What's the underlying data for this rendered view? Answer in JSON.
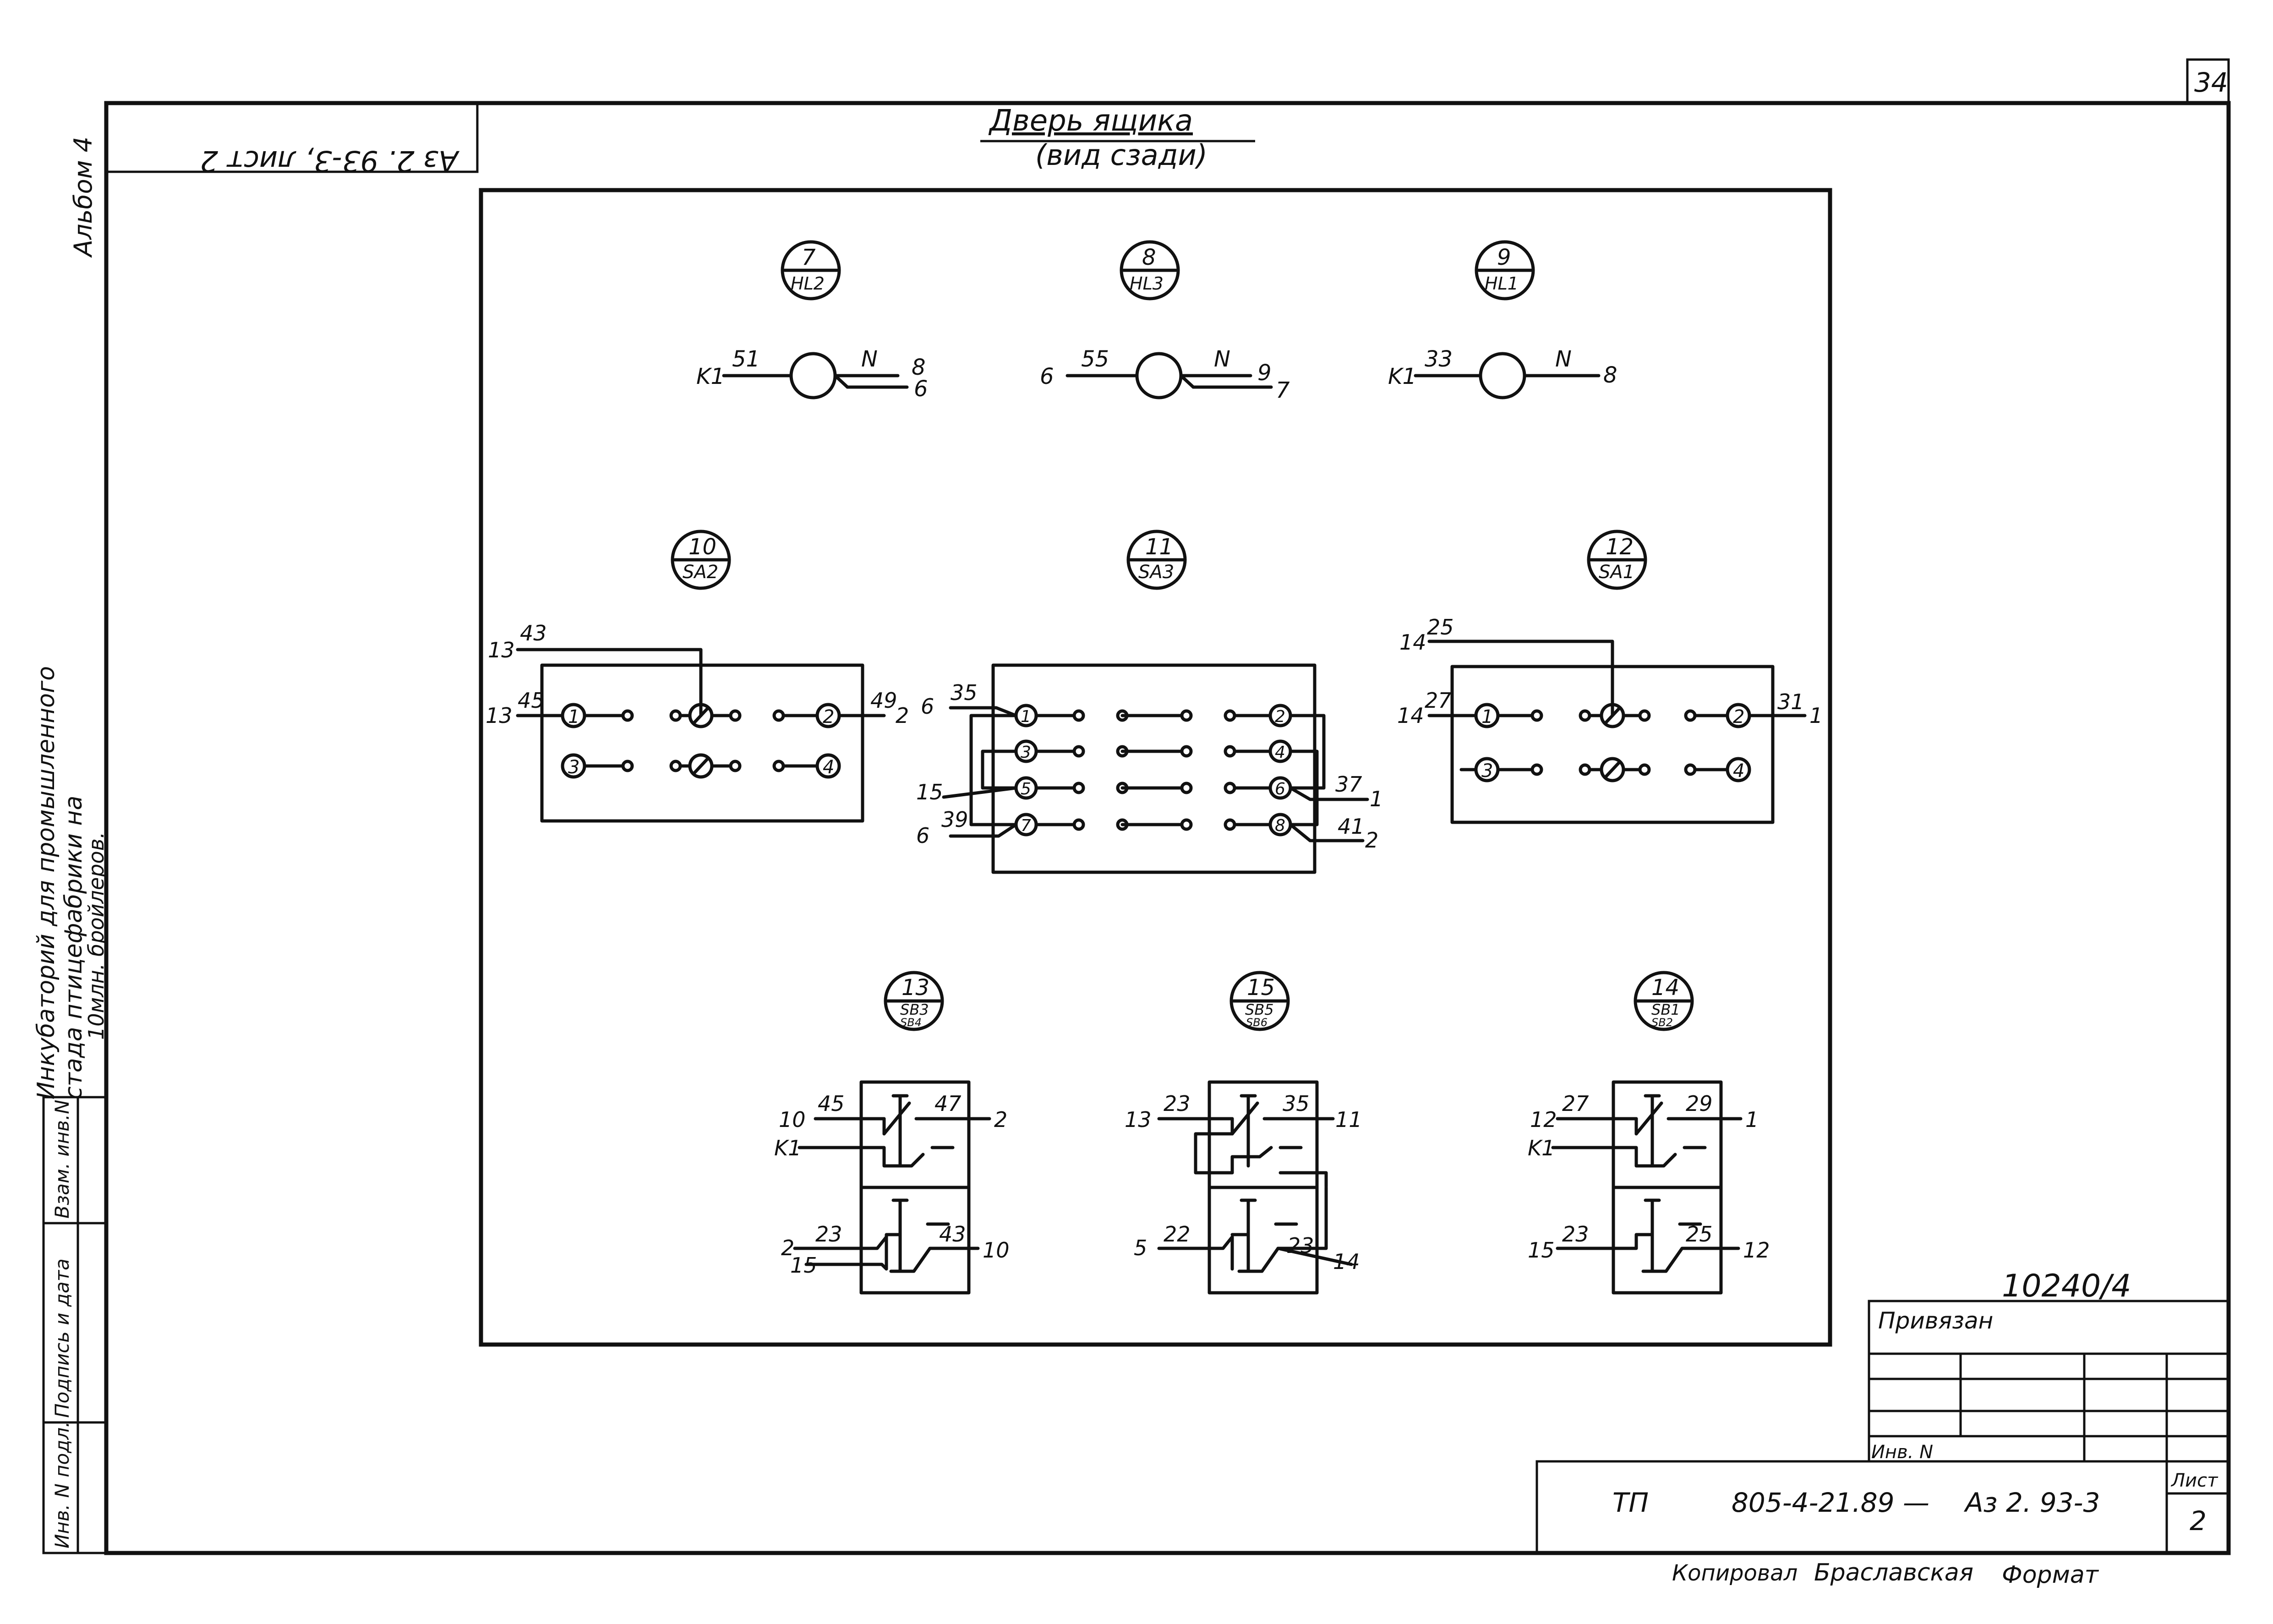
{
  "sheet_number_top": "34",
  "rotated_ref": "Аз 2. 93-3, лист 2",
  "album": "Альбом 4",
  "project_description": [
    "Инкубаторий для промышленного",
    "стада птицефабрики на",
    "10млн. бройлеров."
  ],
  "side_stamp": [
    "Инв. N подл.",
    "Подпись и дата",
    "Взам. инв.N"
  ],
  "title": "Дверь ящика",
  "subtitle": "(вид сзади)",
  "lamps": [
    {
      "num": "7",
      "code": "HL2",
      "left": [
        "K1",
        "51"
      ],
      "right": [
        "N",
        "8",
        "6"
      ]
    },
    {
      "num": "8",
      "code": "HL3",
      "left": [
        "6",
        "55"
      ],
      "right": [
        "N",
        "9",
        "7"
      ]
    },
    {
      "num": "9",
      "code": "HL1",
      "left": [
        "K1",
        "33"
      ],
      "right": [
        "N",
        "8"
      ]
    }
  ],
  "switches": [
    {
      "num": "10",
      "code": "SA2",
      "wires": [
        "13",
        "43",
        "13",
        "45",
        "49",
        "2"
      ],
      "contacts": [
        "1",
        "2",
        "3",
        "4"
      ]
    },
    {
      "num": "11",
      "code": "SA3",
      "wires": [
        "6",
        "35",
        "15",
        "6",
        "39",
        "37",
        "1",
        "41",
        "2"
      ],
      "contacts": [
        "1",
        "2",
        "3",
        "4",
        "5",
        "6",
        "7",
        "8"
      ]
    },
    {
      "num": "12",
      "code": "SA1",
      "wires": [
        "14",
        "25",
        "14",
        "27",
        "31",
        "1"
      ],
      "contacts": [
        "1",
        "2",
        "3",
        "4"
      ]
    }
  ],
  "buttons": [
    {
      "num": "13",
      "code": "SB3",
      "code2": "SB4",
      "top": [
        "10",
        "45",
        "K1",
        "47",
        "2"
      ],
      "bottom": [
        "2",
        "23",
        "15",
        "43",
        "10"
      ]
    },
    {
      "num": "15",
      "code": "SB5",
      "code2": "SB6",
      "top": [
        "13",
        "23",
        "35",
        "11"
      ],
      "bottom": [
        "5",
        "22",
        "23",
        "14"
      ]
    },
    {
      "num": "14",
      "code": "SB1",
      "code2": "SB2",
      "top": [
        "12",
        "27",
        "K1",
        "29",
        "1"
      ],
      "bottom": [
        "15",
        "23",
        "25",
        "12"
      ]
    }
  ],
  "archive_number": "10240/4",
  "stamp": {
    "linked": "Привязан",
    "inv": "Инв. N",
    "doc_prefix": "ТП",
    "doc_code": "805-4-21.89 —",
    "doc_suffix": "Аз 2. 93-3",
    "sheet_label": "Лист",
    "sheet_value": "2"
  },
  "footer": {
    "copied": "Копировал",
    "name": "Браславская",
    "format": "Формат"
  }
}
